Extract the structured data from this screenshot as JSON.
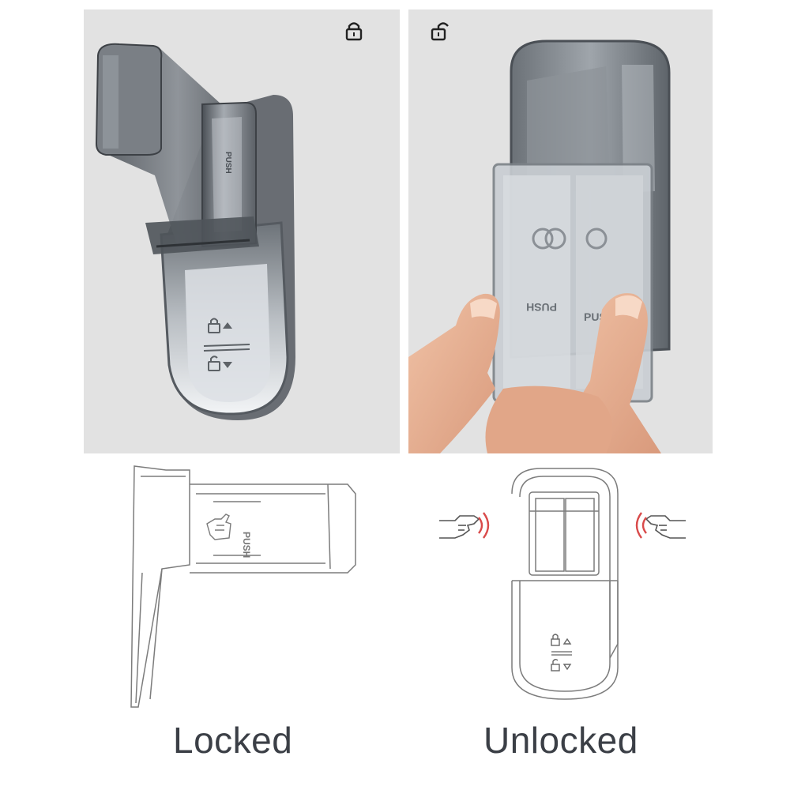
{
  "photos": {
    "left": {
      "badge": "locked-padlock-icon"
    },
    "right": {
      "badge": "unlocked-padlock-icon",
      "push_text_left": "PUSH",
      "push_text_right": "PUSH"
    }
  },
  "diagrams": {
    "left": {
      "push_text": "PUSH"
    },
    "right": {
      "symbols": [
        "lock-up",
        "unlock-down"
      ]
    }
  },
  "captions": {
    "locked": "Locked",
    "unlocked": "Unlocked"
  }
}
